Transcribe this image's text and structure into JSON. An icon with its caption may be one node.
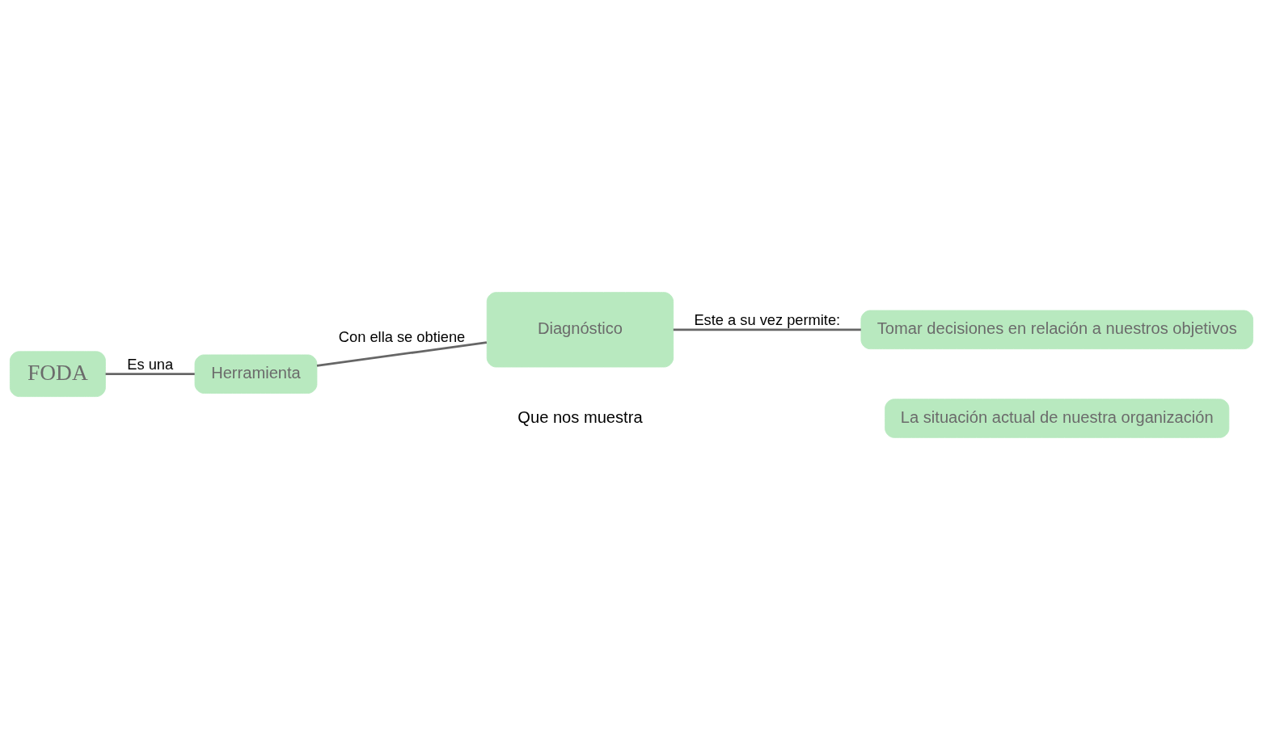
{
  "diagram": {
    "nodes": [
      {
        "text": [
          "FODA"
        ]
      },
      {
        "text": [
          "Herramienta"
        ]
      },
      {
        "text": [
          "La situación actual de nuestra organización"
        ]
      },
      {
        "text": [
          "Diagnóstico"
        ]
      },
      {
        "text": [
          "Tomar decisiones en relación a nuestros objetivos"
        ]
      }
    ],
    "edges": [
      {
        "from": 0,
        "to": 1,
        "arrow": "none",
        "label": "Es una"
      },
      {
        "from": 1,
        "to": 3,
        "arrow": "none",
        "label": "Con ella se obtiene"
      },
      {
        "from": 3,
        "to": 4,
        "arrow": "none",
        "label": "Este a su vez permite:"
      }
    ],
    "labels": [
      "Que nos muestra"
    ]
  }
}
